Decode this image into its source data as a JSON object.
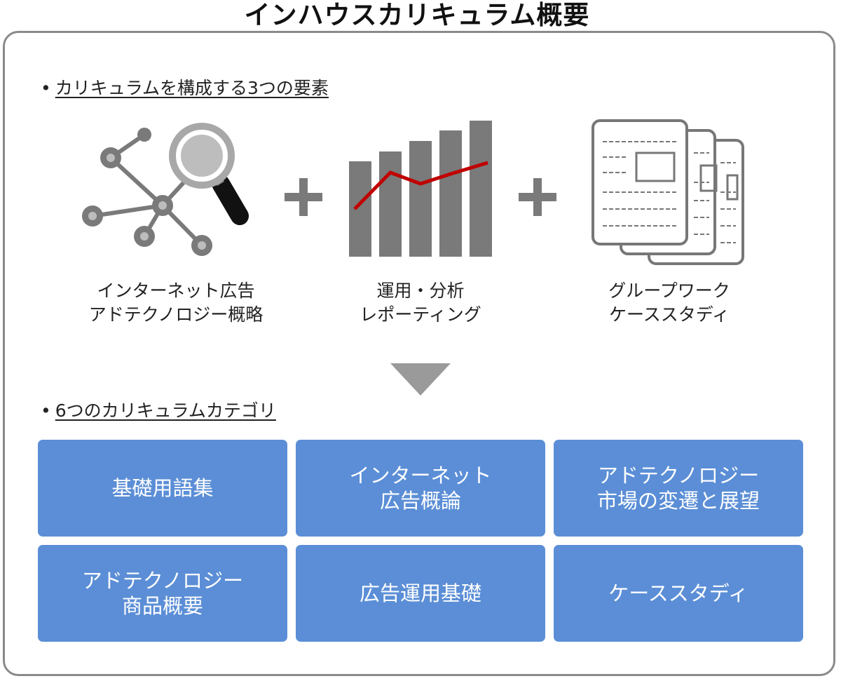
{
  "title": "インハウスカリキュラム概要",
  "section1": {
    "bullet": "•",
    "heading": "カリキュラムを構成する3つの要素",
    "elements": [
      {
        "icon": "network-magnifier-icon",
        "lines": [
          "インターネット広告",
          "アドテクノロジー概略"
        ]
      },
      {
        "icon": "bar-chart-icon",
        "lines": [
          "運用・分析",
          "レポーティング"
        ]
      },
      {
        "icon": "documents-icon",
        "lines": [
          "グループワーク",
          "ケーススタディ"
        ]
      }
    ],
    "plus_icon": "plus-icon"
  },
  "arrow_icon": "triangle-down-icon",
  "section2": {
    "bullet": "•",
    "heading": "6つのカリキュラムカテゴリ",
    "categories": [
      {
        "lines": [
          "基礎用語集"
        ]
      },
      {
        "lines": [
          "インターネット",
          "広告概論"
        ]
      },
      {
        "lines": [
          "アドテクノロジー",
          "市場の変遷と展望"
        ]
      },
      {
        "lines": [
          "アドテクノロジー",
          "商品概要"
        ]
      },
      {
        "lines": [
          "広告運用基礎"
        ]
      },
      {
        "lines": [
          "ケーススタディ"
        ]
      }
    ]
  },
  "colors": {
    "card_bg": "#5b8ed6",
    "icon_gray": "#7a7a7a",
    "trend_line": "#c00000",
    "frame": "#8a8a8a"
  }
}
